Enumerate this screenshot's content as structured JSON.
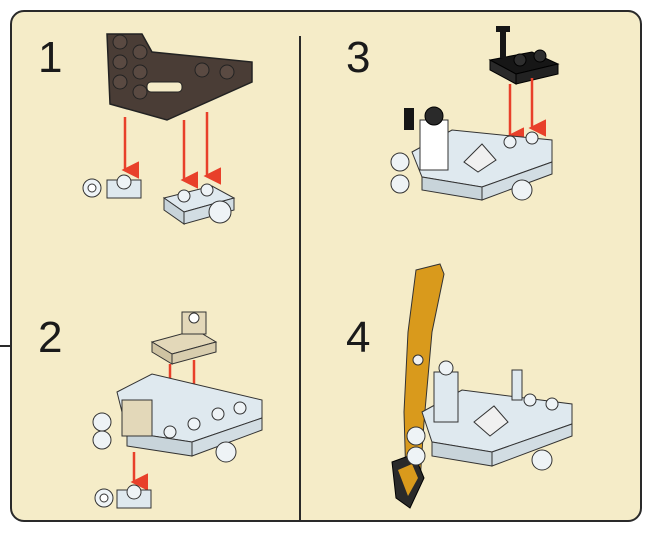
{
  "steps": [
    {
      "number": "1"
    },
    {
      "number": "2"
    },
    {
      "number": "3"
    },
    {
      "number": "4"
    }
  ],
  "colors": {
    "background": "#f5ecc8",
    "frame": "#2a2a2a",
    "arrow": "#e8402a",
    "dark_brown_piece": "#4a3d36",
    "light_bluish_gray": "#dfe9ef",
    "tan": "#e3d8b9",
    "black_piece": "#161616",
    "gold_blade": "#d99a1c"
  },
  "icons": [
    "brick-plate-icon",
    "arrow-down-icon",
    "blade-icon"
  ]
}
